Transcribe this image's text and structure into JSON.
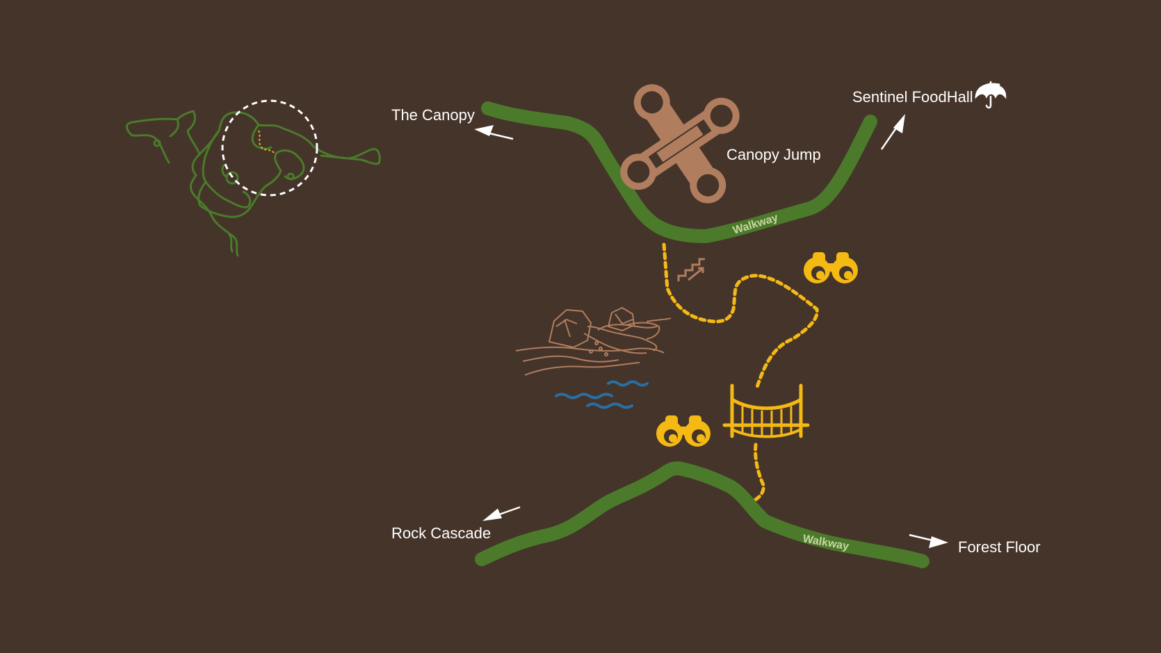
{
  "map": {
    "labels": {
      "the_canopy": "The Canopy",
      "canopy_jump": "Canopy Jump",
      "sentinel_foodhall": "Sentinel FoodHall",
      "rock_cascade": "Rock Cascade",
      "forest_floor": "Forest Floor"
    },
    "walkway_labels": {
      "upper": "Walkway",
      "lower": "Walkway"
    },
    "icons": {
      "canopy_jump": "zipline-cross-icon",
      "foodhall": "umbrella-icon",
      "stairs": "stairs-icon",
      "viewpoint": "binoculars-icon",
      "bridge": "suspension-bridge-icon",
      "rock": "rock-cascade-illustration",
      "water": "water-waves-icon",
      "locator": "overview-locator-map"
    },
    "colors": {
      "background": "#45342a",
      "walkway": "#4b7b2a",
      "trail": "#f5b914",
      "feature": "#b07e5f",
      "water": "#2a6ea3",
      "label": "#ffffff"
    }
  }
}
